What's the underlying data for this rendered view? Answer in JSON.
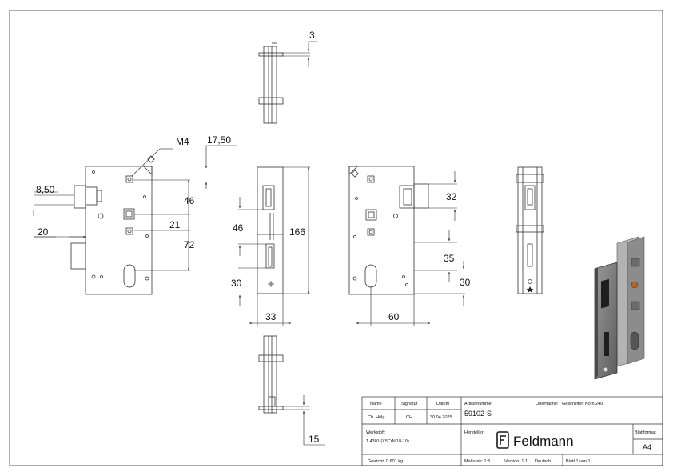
{
  "dimensions": {
    "thread": "M4",
    "d_17_50": "17,50",
    "d_8_50": "8,50",
    "d_46a": "46",
    "d_21": "21",
    "d_20": "20",
    "d_72": "72",
    "d_3": "3",
    "d_46b": "46",
    "d_166": "166",
    "d_30a": "30",
    "d_33": "33",
    "d_32": "32",
    "d_35": "35",
    "d_30b": "30",
    "d_60": "60",
    "d_15": "15"
  },
  "title_block": {
    "col_name": "Name",
    "col_signature": "Signatur",
    "col_date": "Datum",
    "name": "Ch. Hölg",
    "signature": "CH",
    "date": "30.04.2025",
    "article_label": "Artikelnummer",
    "article_number": "59102-S",
    "surface_label": "Oberfläche:",
    "surface_value": "Geschliffen Korn 240",
    "material_label": "Werkstoff:",
    "material_value": "1.4301 (X5CrNi18-10)",
    "manufacturer_label": "Hersteller",
    "brand": "Feldmann",
    "format_label": "Blattformat",
    "format_value": "A4",
    "weight": "Gewicht: 0.601 kg",
    "scale": "Maßstab: 1:3",
    "version": "Version: 1.1",
    "language": "Deutsch",
    "sheet": "Blatt 1 von 1"
  },
  "colors": {
    "line": "#222222",
    "accent_icon": "#1a1a1a"
  }
}
